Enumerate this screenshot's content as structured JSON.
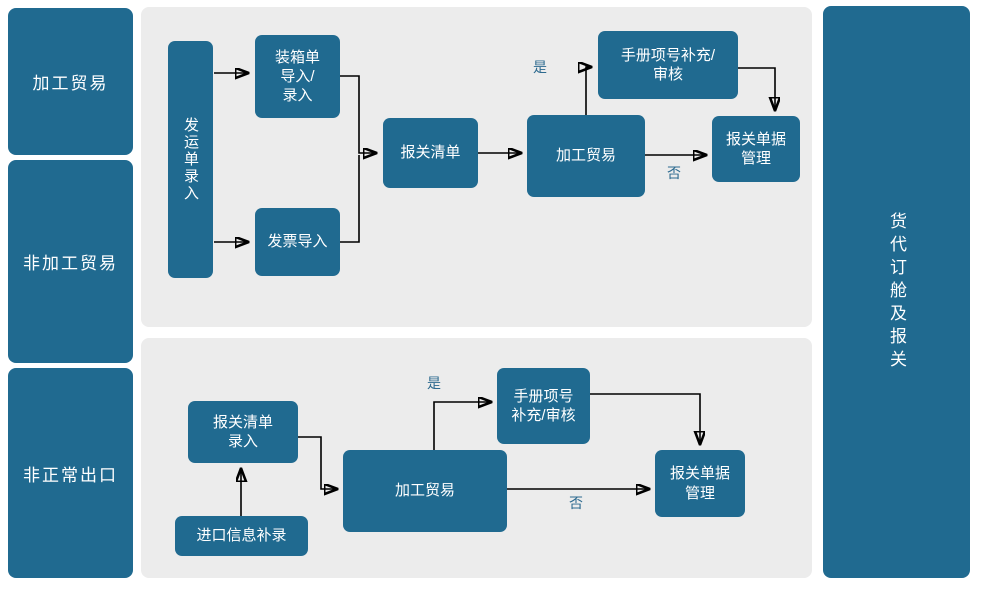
{
  "colors": {
    "node_blue": "#206a90",
    "zone_gray": "#ececec",
    "label_blue": "#2d6a8f",
    "node_text": "#ffffff",
    "edge": "#000000",
    "background": "#ffffff"
  },
  "left_panels": [
    {
      "label": "加工贸易"
    },
    {
      "label": "非加工贸易"
    },
    {
      "label": "非正常出口"
    }
  ],
  "right_panel": {
    "label": "货代订舱及报关"
  },
  "flows": [
    {
      "id": "non-processing-trade-flow",
      "nodes": [
        {
          "id": "shipping-order-entry",
          "label": "发运单录入",
          "orientation": "vertical"
        },
        {
          "id": "packing-list-import",
          "label": "装箱单\n导入/\n录入",
          "orientation": "horizontal"
        },
        {
          "id": "invoice-import",
          "label": "发票导入",
          "orientation": "horizontal"
        },
        {
          "id": "customs-declaration-list",
          "label": "报关清单",
          "orientation": "horizontal"
        },
        {
          "id": "processing-trade-decision",
          "label": "加工贸易",
          "orientation": "horizontal"
        },
        {
          "id": "manual-item-supplement-review",
          "label": "手册项号补充/\n审核",
          "orientation": "horizontal"
        },
        {
          "id": "customs-document-management",
          "label": "报关单据\n管理",
          "orientation": "horizontal"
        }
      ],
      "edge_labels": [
        {
          "id": "yes",
          "text": "是"
        },
        {
          "id": "no",
          "text": "否"
        }
      ]
    },
    {
      "id": "abnormal-export-flow",
      "nodes": [
        {
          "id": "customs-list-entry",
          "label": "报关清单\n录入",
          "orientation": "horizontal"
        },
        {
          "id": "import-info-supplement",
          "label": "进口信息补录",
          "orientation": "horizontal"
        },
        {
          "id": "processing-trade-decision-2",
          "label": "加工贸易",
          "orientation": "horizontal"
        },
        {
          "id": "manual-item-supplement-review-2",
          "label": "手册项号\n补充/审核",
          "orientation": "horizontal"
        },
        {
          "id": "customs-document-management-2",
          "label": "报关单据\n管理",
          "orientation": "horizontal"
        }
      ],
      "edge_labels": [
        {
          "id": "yes",
          "text": "是"
        },
        {
          "id": "no",
          "text": "否"
        }
      ]
    }
  ]
}
